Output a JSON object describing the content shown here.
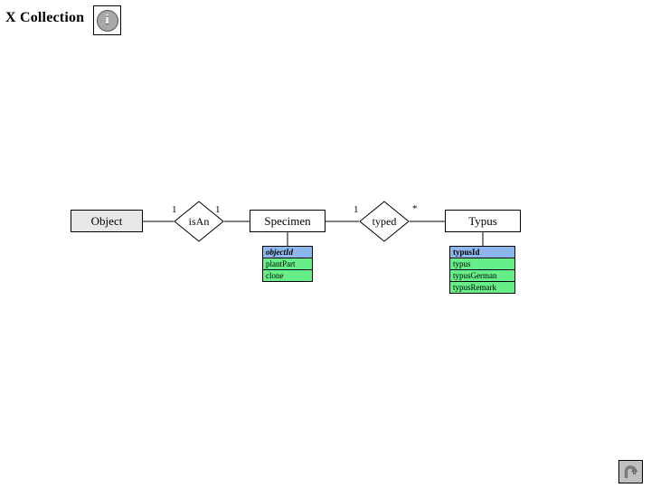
{
  "header": {
    "title": "X Collection",
    "info_icon": "info-icon",
    "info_glyph": "i"
  },
  "diagram": {
    "type": "entity-relationship",
    "entities": [
      {
        "id": "object",
        "label": "Object",
        "fill": "#e8e8e8",
        "attributes": []
      },
      {
        "id": "specimen",
        "label": "Specimen",
        "fill": "#ffffff",
        "attributes": [
          {
            "name": "objectId",
            "kind": "key",
            "color": "#8cb6ec",
            "style": "italic"
          },
          {
            "name": "plantPart",
            "kind": "field",
            "color": "#66ee88",
            "style": "normal"
          },
          {
            "name": "clone",
            "kind": "field",
            "color": "#66ee88",
            "style": "normal"
          }
        ]
      },
      {
        "id": "typus",
        "label": "Typus",
        "fill": "#ffffff",
        "attributes": [
          {
            "name": "typusId",
            "kind": "key",
            "color": "#8cb6ec",
            "style": "bold"
          },
          {
            "name": "typus",
            "kind": "field",
            "color": "#66ee88",
            "style": "normal"
          },
          {
            "name": "typusGerman",
            "kind": "field",
            "color": "#66ee88",
            "style": "normal"
          },
          {
            "name": "typusRemark",
            "kind": "field",
            "color": "#66ee88",
            "style": "normal"
          }
        ]
      }
    ],
    "relationships": [
      {
        "id": "isAn",
        "label": "isAn",
        "from": "Object",
        "to": "Specimen",
        "from_cardinality": "1",
        "to_cardinality": "1"
      },
      {
        "id": "typed",
        "label": "typed",
        "from": "Specimen",
        "to": "Typus",
        "from_cardinality": "1",
        "to_cardinality": "*"
      }
    ]
  },
  "footer": {
    "back_icon": "back-arrow-icon"
  }
}
